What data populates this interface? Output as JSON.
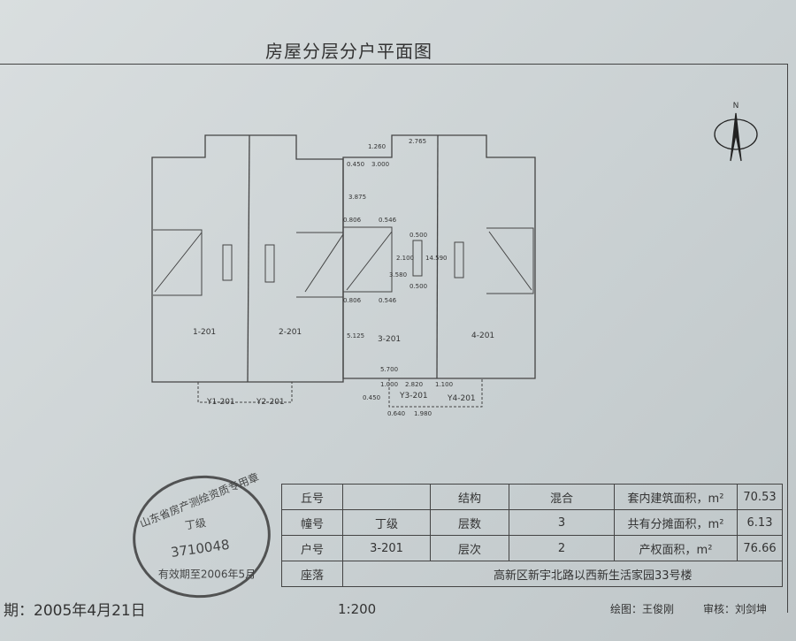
{
  "title": "房屋分层分户平面图",
  "plan": {
    "units": [
      "1-201",
      "2-201",
      "3-201",
      "4-201"
    ],
    "balconies": [
      "Y1-201",
      "Y2-201",
      "Y3-201",
      "Y4-201"
    ],
    "dims": [
      "2.765",
      "1.260",
      "0.450",
      "3.000",
      "3.875",
      "0.806",
      "0.546",
      "0.500",
      "2.100",
      "3.580",
      "14.590",
      "0.500",
      "0.806",
      "0.546",
      "5.125",
      "5.700",
      "2.820",
      "1.000",
      "0.450",
      "1.100",
      "0.640",
      "1.980"
    ],
    "north": "N"
  },
  "table": {
    "rows": [
      [
        "丘号",
        "",
        "结构",
        "混合",
        "套内建筑面积，m²",
        "70.53"
      ],
      [
        "幢号",
        "丁级",
        "层数",
        "3",
        "共有分摊面积，m²",
        "6.13"
      ],
      [
        "户号",
        "3-201",
        "层次",
        "2",
        "产权面积，m²",
        "76.66"
      ]
    ],
    "location_label": "座落",
    "location": "高新区新宇北路以西新生活家园33号楼"
  },
  "stamp": {
    "top": "山东省房产测绘资质专用章",
    "grade": "丁级",
    "code": "3710048",
    "valid": "有效期至2006年5月"
  },
  "footer": {
    "date": "期：2005年4月21日",
    "scale": "1:200",
    "drawer": "绘图：王俊刚",
    "reviewer": "审核：刘剑坤"
  }
}
